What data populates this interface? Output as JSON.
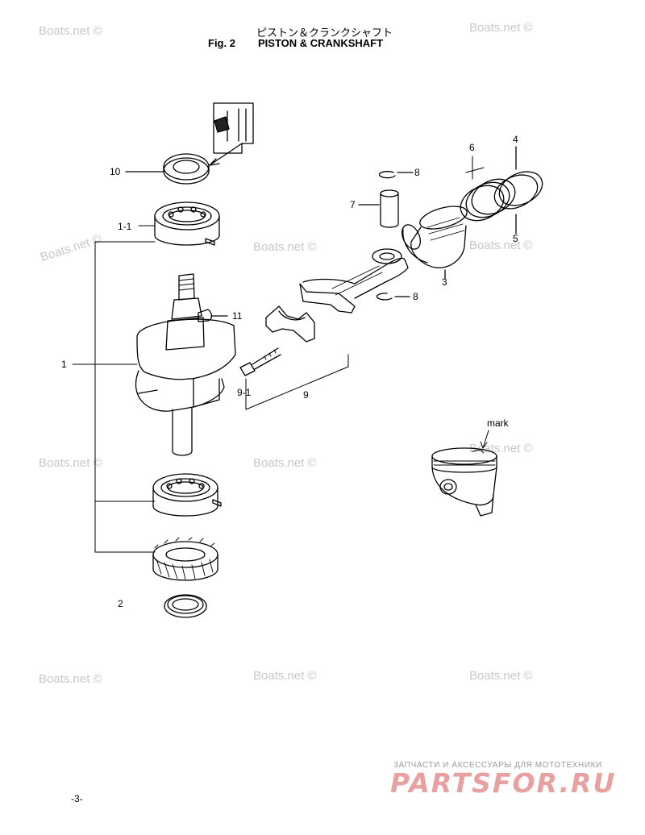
{
  "header": {
    "title_jp": "ピストン＆クランクシャフト",
    "figure_number": "Fig. 2",
    "title_en": "PISTON & CRANKSHAFT"
  },
  "watermark": "Boats.net ©",
  "callouts": {
    "p1": "1",
    "p1_1": "1-1",
    "p2": "2",
    "p3": "3",
    "p4": "4",
    "p5": "5",
    "p6": "6",
    "p7": "7",
    "p8_top": "8",
    "p8_bottom": "8",
    "p9": "9",
    "p9_1": "9-1",
    "p10": "10",
    "p11": "11",
    "mark": "mark"
  },
  "footer": {
    "page_number": "-3-",
    "promo_tagline": "ЗАПЧАСТИ И АКСЕССУАРЫ ДЛЯ МОТОТЕХНИКИ",
    "promo_logo": "PARTSFOR.RU"
  }
}
